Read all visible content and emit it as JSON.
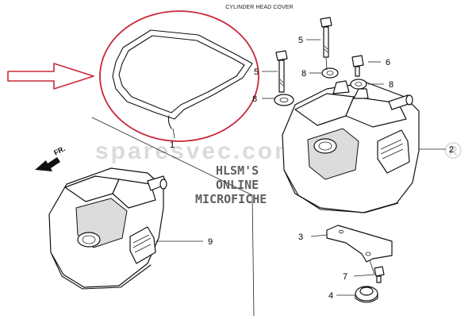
{
  "diagram": {
    "title": "CYLINDER HEAD COVER",
    "direction_label": "FR.",
    "watermark": {
      "site": "sparesvec.com",
      "registered": "®",
      "line1": "HLSM'S",
      "line2": "ONLINE",
      "line3": "MICROFICHE"
    },
    "callouts": [
      "1",
      "2",
      "3",
      "4",
      "5",
      "5",
      "6",
      "7",
      "8",
      "8",
      "8",
      "9"
    ],
    "colors": {
      "highlight_circle": "#c8283a",
      "arrow_outline": "#c8283a",
      "line": "#111111"
    }
  }
}
